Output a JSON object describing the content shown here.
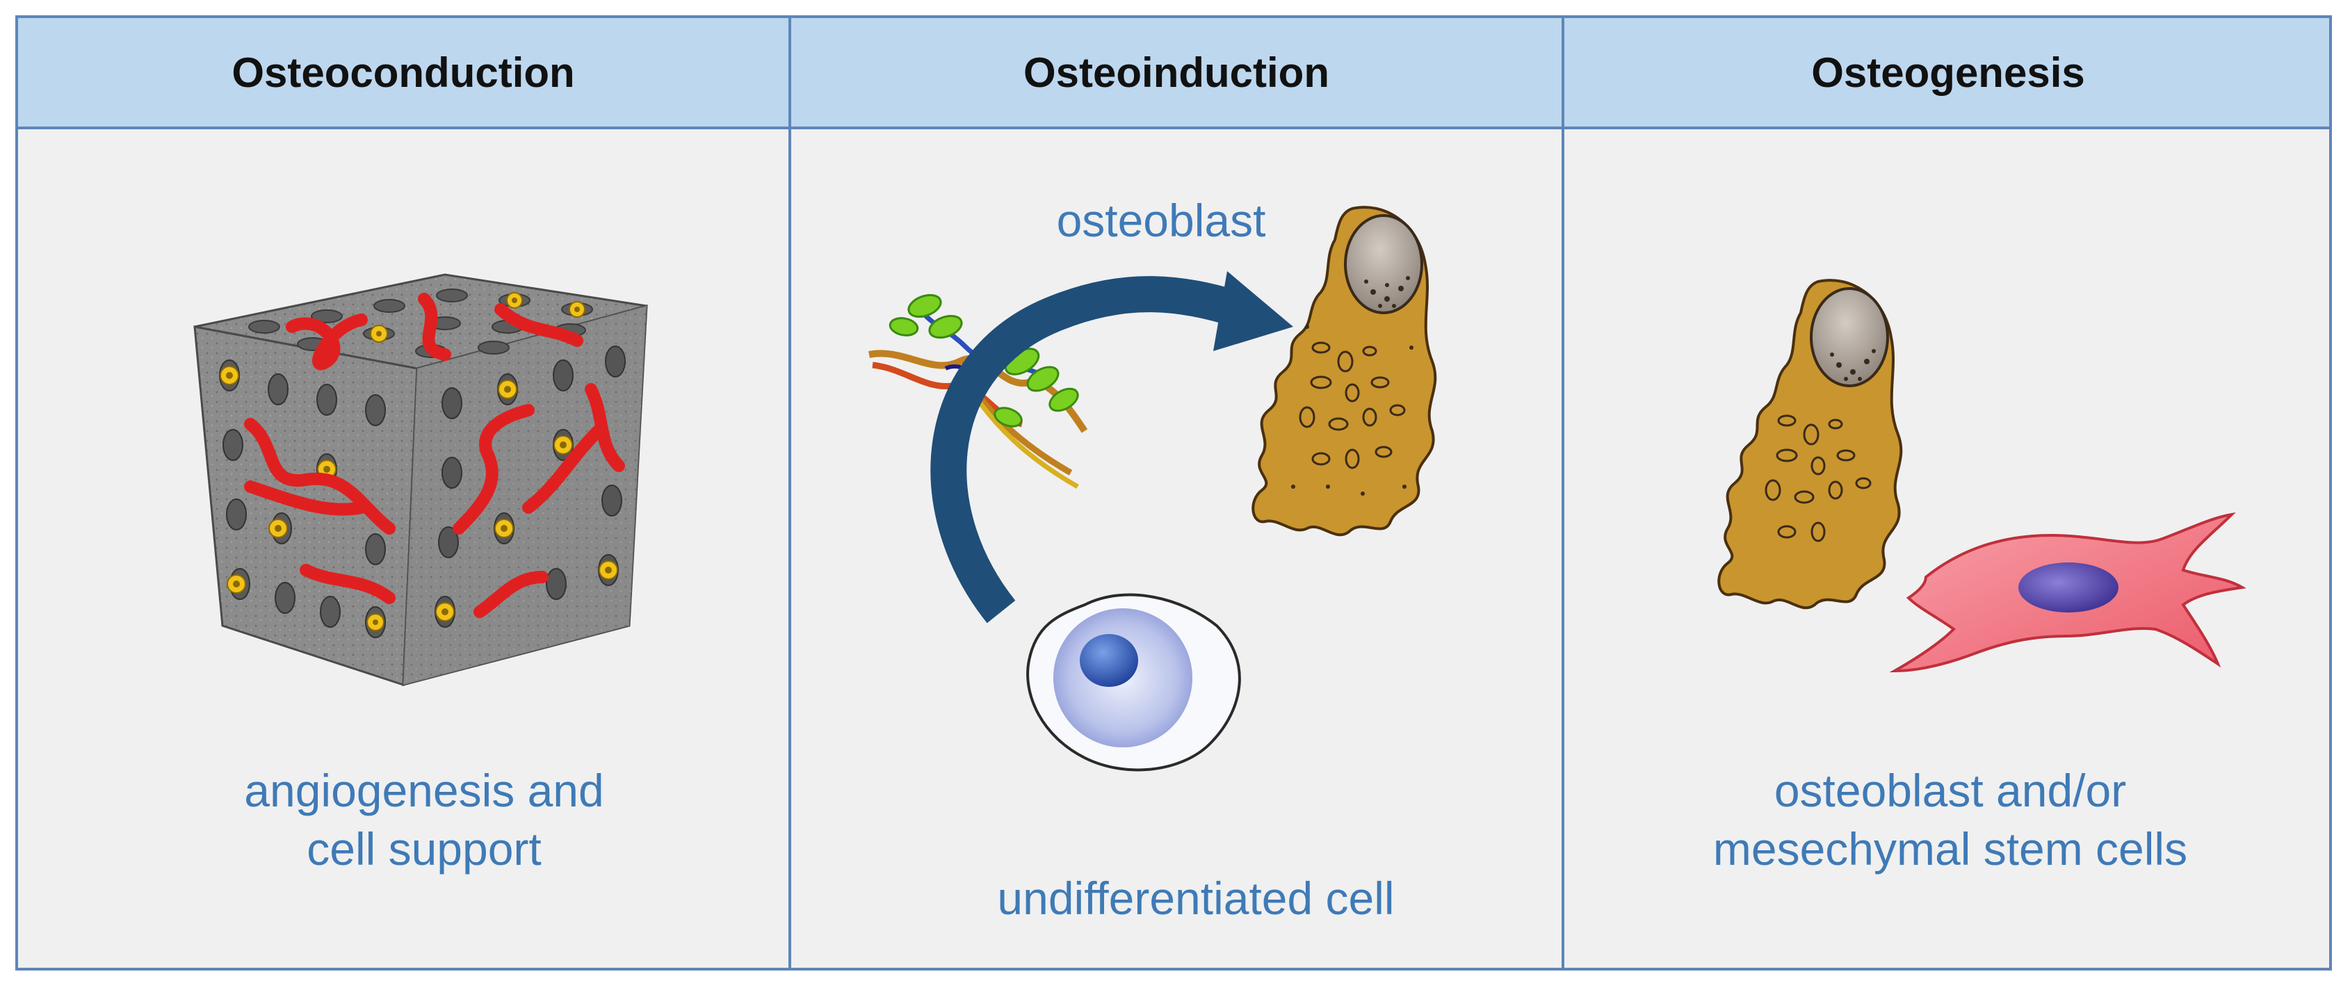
{
  "columns": [
    {
      "heading": "Osteoconduction",
      "caption_lines": [
        "angiogenesis and",
        "cell support"
      ],
      "icon": "porous-scaffold-cube-icon"
    },
    {
      "heading": "Osteoinduction",
      "label_top": "osteoblast",
      "label_bottom": "undifferentiated cell",
      "icons": [
        "growth-factor-protein-icon",
        "differentiation-arrow-icon",
        "osteoblast-cell-icon",
        "undifferentiated-cell-icon"
      ]
    },
    {
      "heading": "Osteogenesis",
      "caption_lines": [
        "osteoblast and/or",
        "mesechymal stem cells"
      ],
      "icons": [
        "osteoblast-cell-icon",
        "mesenchymal-stem-cell-icon"
      ]
    }
  ],
  "colors": {
    "border": "#5e86b8",
    "header_bg": "#bdd7ee",
    "panel_bg": "#f0f0f0",
    "caption_text": "#3f7ab7",
    "vessel_red": "#e02020",
    "cube_gray": "#8a8a8a",
    "osteoblast": "#c9952e",
    "msc_pink": "#f06a78",
    "nucleus_purple": "#4a3fa0",
    "arrow_navy": "#1f4e79"
  }
}
